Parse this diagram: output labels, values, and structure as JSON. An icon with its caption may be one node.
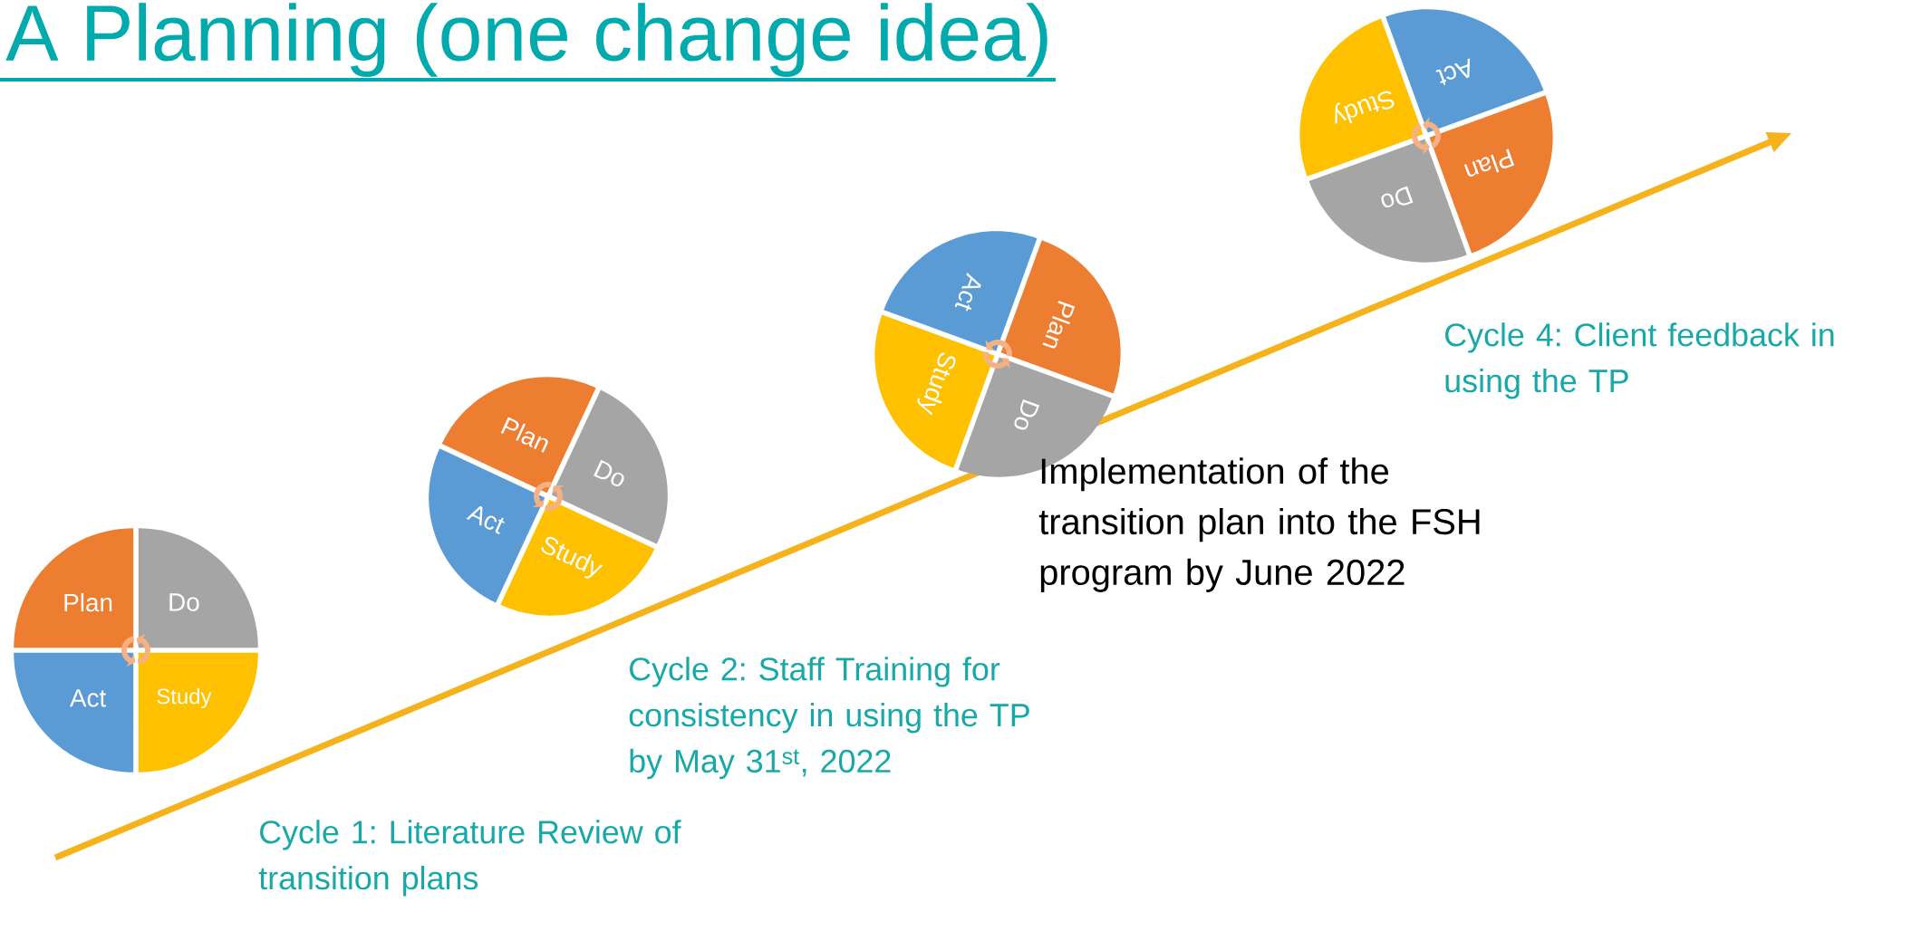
{
  "diagram": {
    "title": "A Planning (one change idea)",
    "nodes": [
      {
        "text": [
          "Plan"
        ]
      },
      {
        "text": [
          "Do"
        ]
      },
      {
        "text": [
          "Study"
        ]
      },
      {
        "text": [
          "Act"
        ]
      },
      {
        "text": [
          "Plan"
        ]
      },
      {
        "text": [
          "Do"
        ]
      },
      {
        "text": [
          "Study"
        ]
      },
      {
        "text": [
          "Act"
        ]
      },
      {
        "text": [
          "Plan"
        ]
      },
      {
        "text": [
          "Do"
        ]
      },
      {
        "text": [
          "Study"
        ]
      },
      {
        "text": [
          "Act"
        ]
      },
      {
        "text": [
          "Plan"
        ]
      },
      {
        "text": [
          "Do"
        ]
      },
      {
        "text": [
          "Study"
        ]
      },
      {
        "text": [
          "Act"
        ]
      }
    ],
    "labels": [
      "Cycle 1: Literature Review of transition plans",
      "Cycle 2: Staff Training for consistency in using the TP by May 31$^{st}$, 2022",
      "Implementation of the transition plan into the FSH program by June 2022",
      "Cycle 4: Client feedback in using the TP"
    ]
  }
}
